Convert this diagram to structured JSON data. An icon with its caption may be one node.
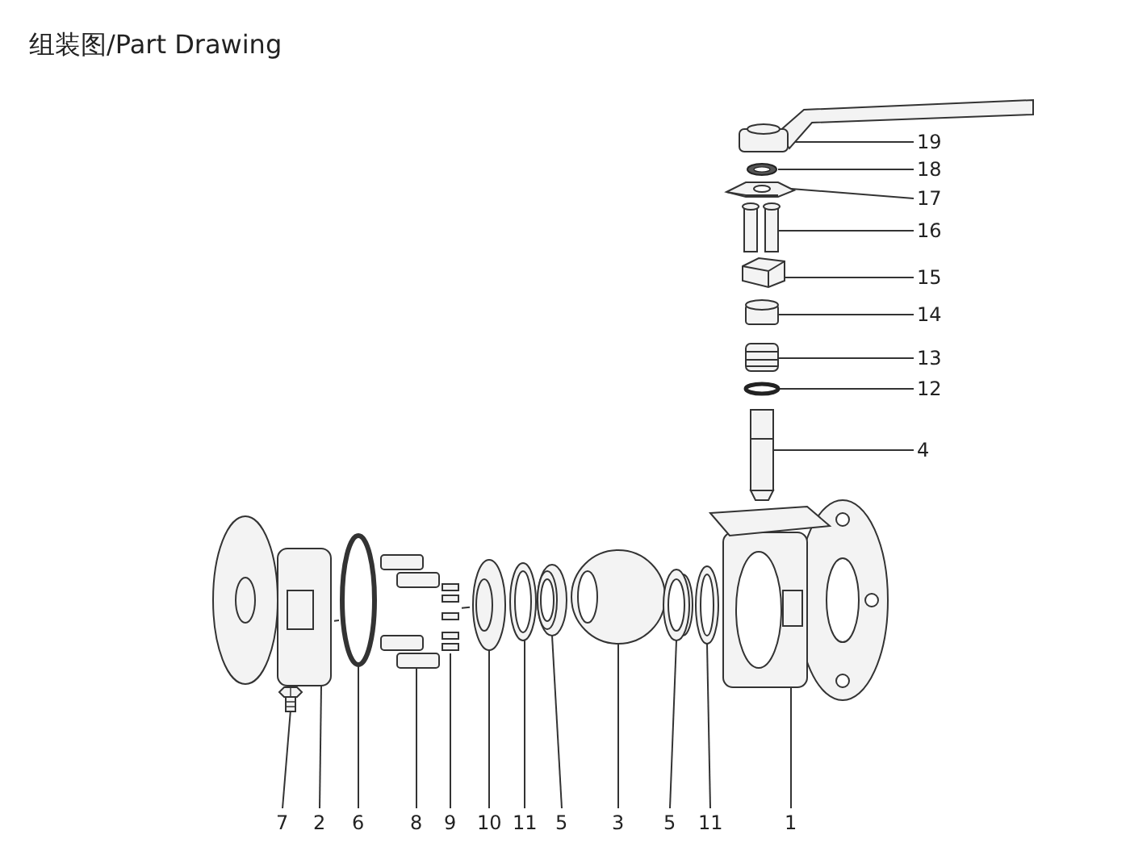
{
  "diagram": {
    "title": "组装图/Part Drawing",
    "nodes": [
      {
        "text": [
          "19"
        ]
      },
      {
        "text": [
          "18"
        ]
      },
      {
        "text": [
          "17"
        ]
      },
      {
        "text": [
          "16"
        ]
      },
      {
        "text": [
          "15"
        ]
      },
      {
        "text": [
          "14"
        ]
      },
      {
        "text": [
          "13"
        ]
      },
      {
        "text": [
          "12"
        ]
      },
      {
        "text": [
          "4"
        ]
      },
      {
        "text": [
          "7"
        ]
      },
      {
        "text": [
          "2"
        ]
      },
      {
        "text": [
          "6"
        ]
      },
      {
        "text": [
          "8"
        ]
      },
      {
        "text": [
          "9"
        ]
      },
      {
        "text": [
          "10"
        ]
      },
      {
        "text": [
          "11"
        ]
      },
      {
        "text": [
          "5"
        ]
      },
      {
        "text": [
          "3"
        ]
      },
      {
        "text": [
          "5"
        ]
      },
      {
        "text": [
          "11"
        ]
      },
      {
        "text": [
          "1"
        ]
      },
      {
        "text": [],
        "shape": "picture"
      },
      {
        "text": [],
        "shape": "picture"
      },
      {
        "text": [],
        "shape": "picture"
      },
      {
        "text": [],
        "shape": "picture"
      },
      {
        "text": [],
        "shape": "picture"
      },
      {
        "text": [],
        "shape": "picture"
      },
      {
        "text": [],
        "shape": "picture"
      },
      {
        "text": [],
        "shape": "picture"
      },
      {
        "text": [],
        "shape": "picture"
      },
      {
        "text": [],
        "shape": "picture"
      },
      {
        "text": [],
        "shape": "picture"
      },
      {
        "text": [],
        "shape": "picture"
      },
      {
        "text": [],
        "shape": "picture"
      },
      {
        "text": [],
        "shape": "picture"
      },
      {
        "text": [],
        "shape": "picture"
      },
      {
        "text": [],
        "shape": "picture"
      },
      {
        "text": [],
        "shape": "picture"
      },
      {
        "text": [],
        "shape": "picture"
      },
      {
        "text": [],
        "shape": "picture"
      },
      {
        "text": [],
        "shape": "picture"
      },
      {
        "text": [],
        "shape": "picture"
      }
    ],
    "edges": [
      {
        "from": 0,
        "to": 21,
        "arrow": "none"
      },
      {
        "from": 1,
        "to": 22,
        "arrow": "none"
      },
      {
        "from": 2,
        "to": 23,
        "arrow": "none"
      },
      {
        "from": 3,
        "to": 24,
        "arrow": "none"
      },
      {
        "from": 4,
        "to": 25,
        "arrow": "none"
      },
      {
        "from": 5,
        "to": 26,
        "arrow": "none"
      },
      {
        "from": 6,
        "to": 27,
        "arrow": "none"
      },
      {
        "from": 7,
        "to": 28,
        "arrow": "none"
      },
      {
        "from": 8,
        "to": 29,
        "arrow": "none"
      },
      {
        "from": 9,
        "to": 30,
        "arrow": "none"
      },
      {
        "from": 10,
        "to": 31,
        "arrow": "none"
      },
      {
        "from": 11,
        "to": 32,
        "arrow": "none"
      },
      {
        "from": 12,
        "to": 33,
        "arrow": "none"
      },
      {
        "from": 13,
        "to": 34,
        "arrow": "none"
      },
      {
        "from": 14,
        "to": 35,
        "arrow": "none"
      },
      {
        "from": 15,
        "to": 36,
        "arrow": "none"
      },
      {
        "from": 16,
        "to": 37,
        "arrow": "none"
      },
      {
        "from": 17,
        "to": 38,
        "arrow": "none"
      },
      {
        "from": 18,
        "to": 39,
        "arrow": "none"
      },
      {
        "from": 19,
        "to": 40,
        "arrow": "none"
      },
      {
        "from": 20,
        "to": 41,
        "arrow": "none"
      }
    ]
  }
}
